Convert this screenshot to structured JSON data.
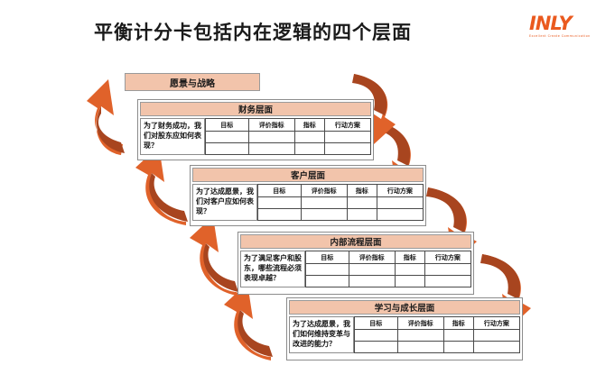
{
  "header": {
    "title": "平衡计分卡包括内在逻辑的四个层面",
    "logo_word": "INLY",
    "logo_sub": "Excellent   Create   Communication"
  },
  "colors": {
    "brand_orange": "#ea5a1f",
    "arrow_light": "#e0622a",
    "arrow_dark": "#b04a22",
    "header_fill": "#f2c4ab",
    "header_border": "#9a9a9a",
    "panel_border": "#8c8c8c",
    "text": "#1a1a1a"
  },
  "vision": {
    "label": "愿景与战略"
  },
  "columns": [
    "目标",
    "评价指标",
    "指标",
    "行动方案"
  ],
  "panels": [
    {
      "id": "financial",
      "title": "财务层面",
      "question": "为了财务成功，我们对股东应如何表现？",
      "columns": [
        "目标",
        "评价指标",
        "指标",
        "行动方案"
      ],
      "empty_rows": 2
    },
    {
      "id": "customer",
      "title": "客户层面",
      "question": "为了达成愿景，我们对客户应如何表现？",
      "columns": [
        "目标",
        "评价指标",
        "指标",
        "行动方案"
      ],
      "empty_rows": 2
    },
    {
      "id": "internal-process",
      "title": "内部流程层面",
      "question": "为了满足客户和股东，哪些流程必须表现卓越？",
      "columns": [
        "目标",
        "评价指标",
        "指标",
        "行动方案"
      ],
      "empty_rows": 2
    },
    {
      "id": "learning-growth",
      "title": "学习与成长层面",
      "question": "为了达成愿景，我们如何维持变革与改进的能力？",
      "columns": [
        "目标",
        "评价指标",
        "指标",
        "行动方案"
      ],
      "empty_rows": 2
    }
  ]
}
